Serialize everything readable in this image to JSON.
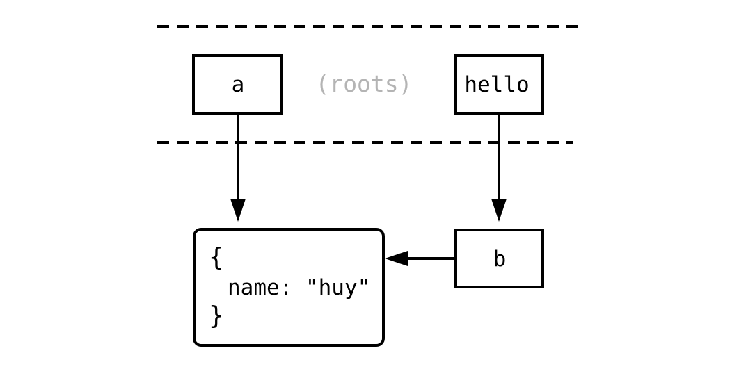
{
  "colors": {
    "stroke": "#000000",
    "roots_label": "#b4b4b4",
    "background": "#ffffff"
  },
  "diagram": {
    "roots_label": "(roots)",
    "nodes": {
      "a": {
        "label": "a"
      },
      "hello": {
        "label": "hello"
      },
      "b": {
        "label": "b"
      }
    },
    "object": {
      "open_brace": "{",
      "property_line": "name: \"huy\"",
      "close_brace": "}"
    },
    "edges": [
      {
        "from": "a",
        "to": "object"
      },
      {
        "from": "hello",
        "to": "b"
      },
      {
        "from": "b",
        "to": "object"
      }
    ]
  }
}
